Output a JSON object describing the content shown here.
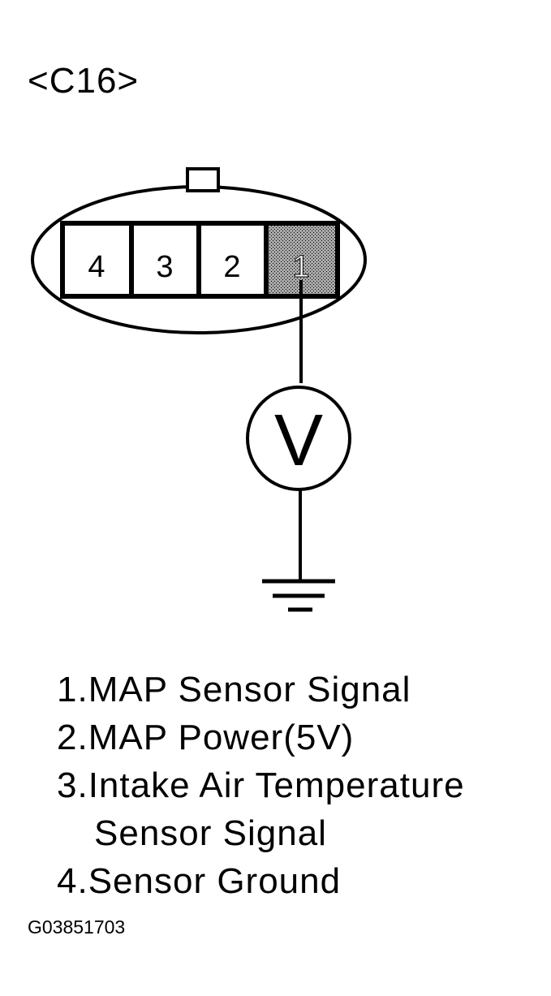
{
  "connector": {
    "label": "<C16>",
    "pins": [
      "4",
      "3",
      "2",
      "1"
    ],
    "tested_pin": "1"
  },
  "meter": {
    "symbol": "V"
  },
  "legend": {
    "items": [
      "1.MAP Sensor Signal",
      "2.MAP Power(5V)",
      "3.Intake Air Temperature",
      "Sensor Signal",
      "4.Sensor Ground"
    ]
  },
  "figure_code": "G03851703",
  "colors": {
    "ink": "#000000",
    "background": "#ffffff",
    "tested_pin_fill": "#a8a8a8"
  }
}
